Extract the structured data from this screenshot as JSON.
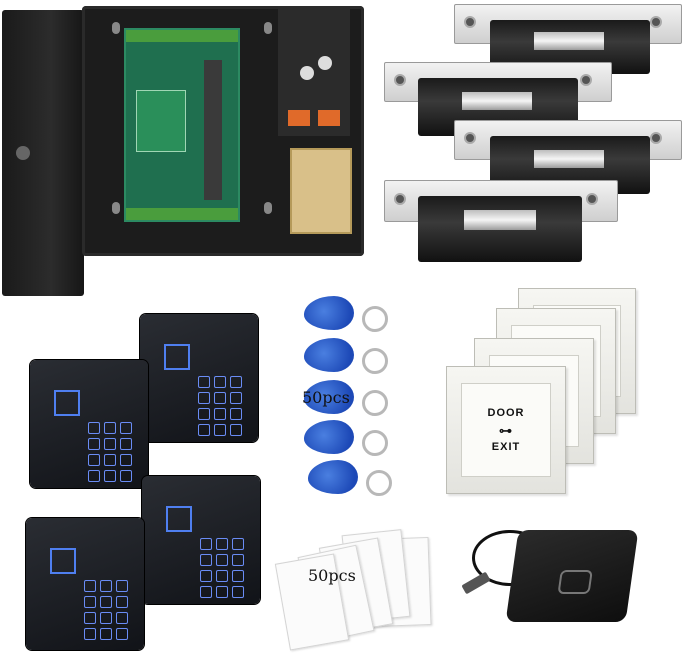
{
  "image": {
    "fob_count_label": "50pcs",
    "card_count_label": "50pcs",
    "exit_button_top": "DOOR",
    "exit_button_bottom": "EXIT",
    "exit_button_symbol": "key-icon",
    "card_label": "",
    "colors": {
      "reader_light": "#4f7ff0",
      "fob_blue": "#1d49b7",
      "cabinet": "#1c1c1c"
    }
  }
}
